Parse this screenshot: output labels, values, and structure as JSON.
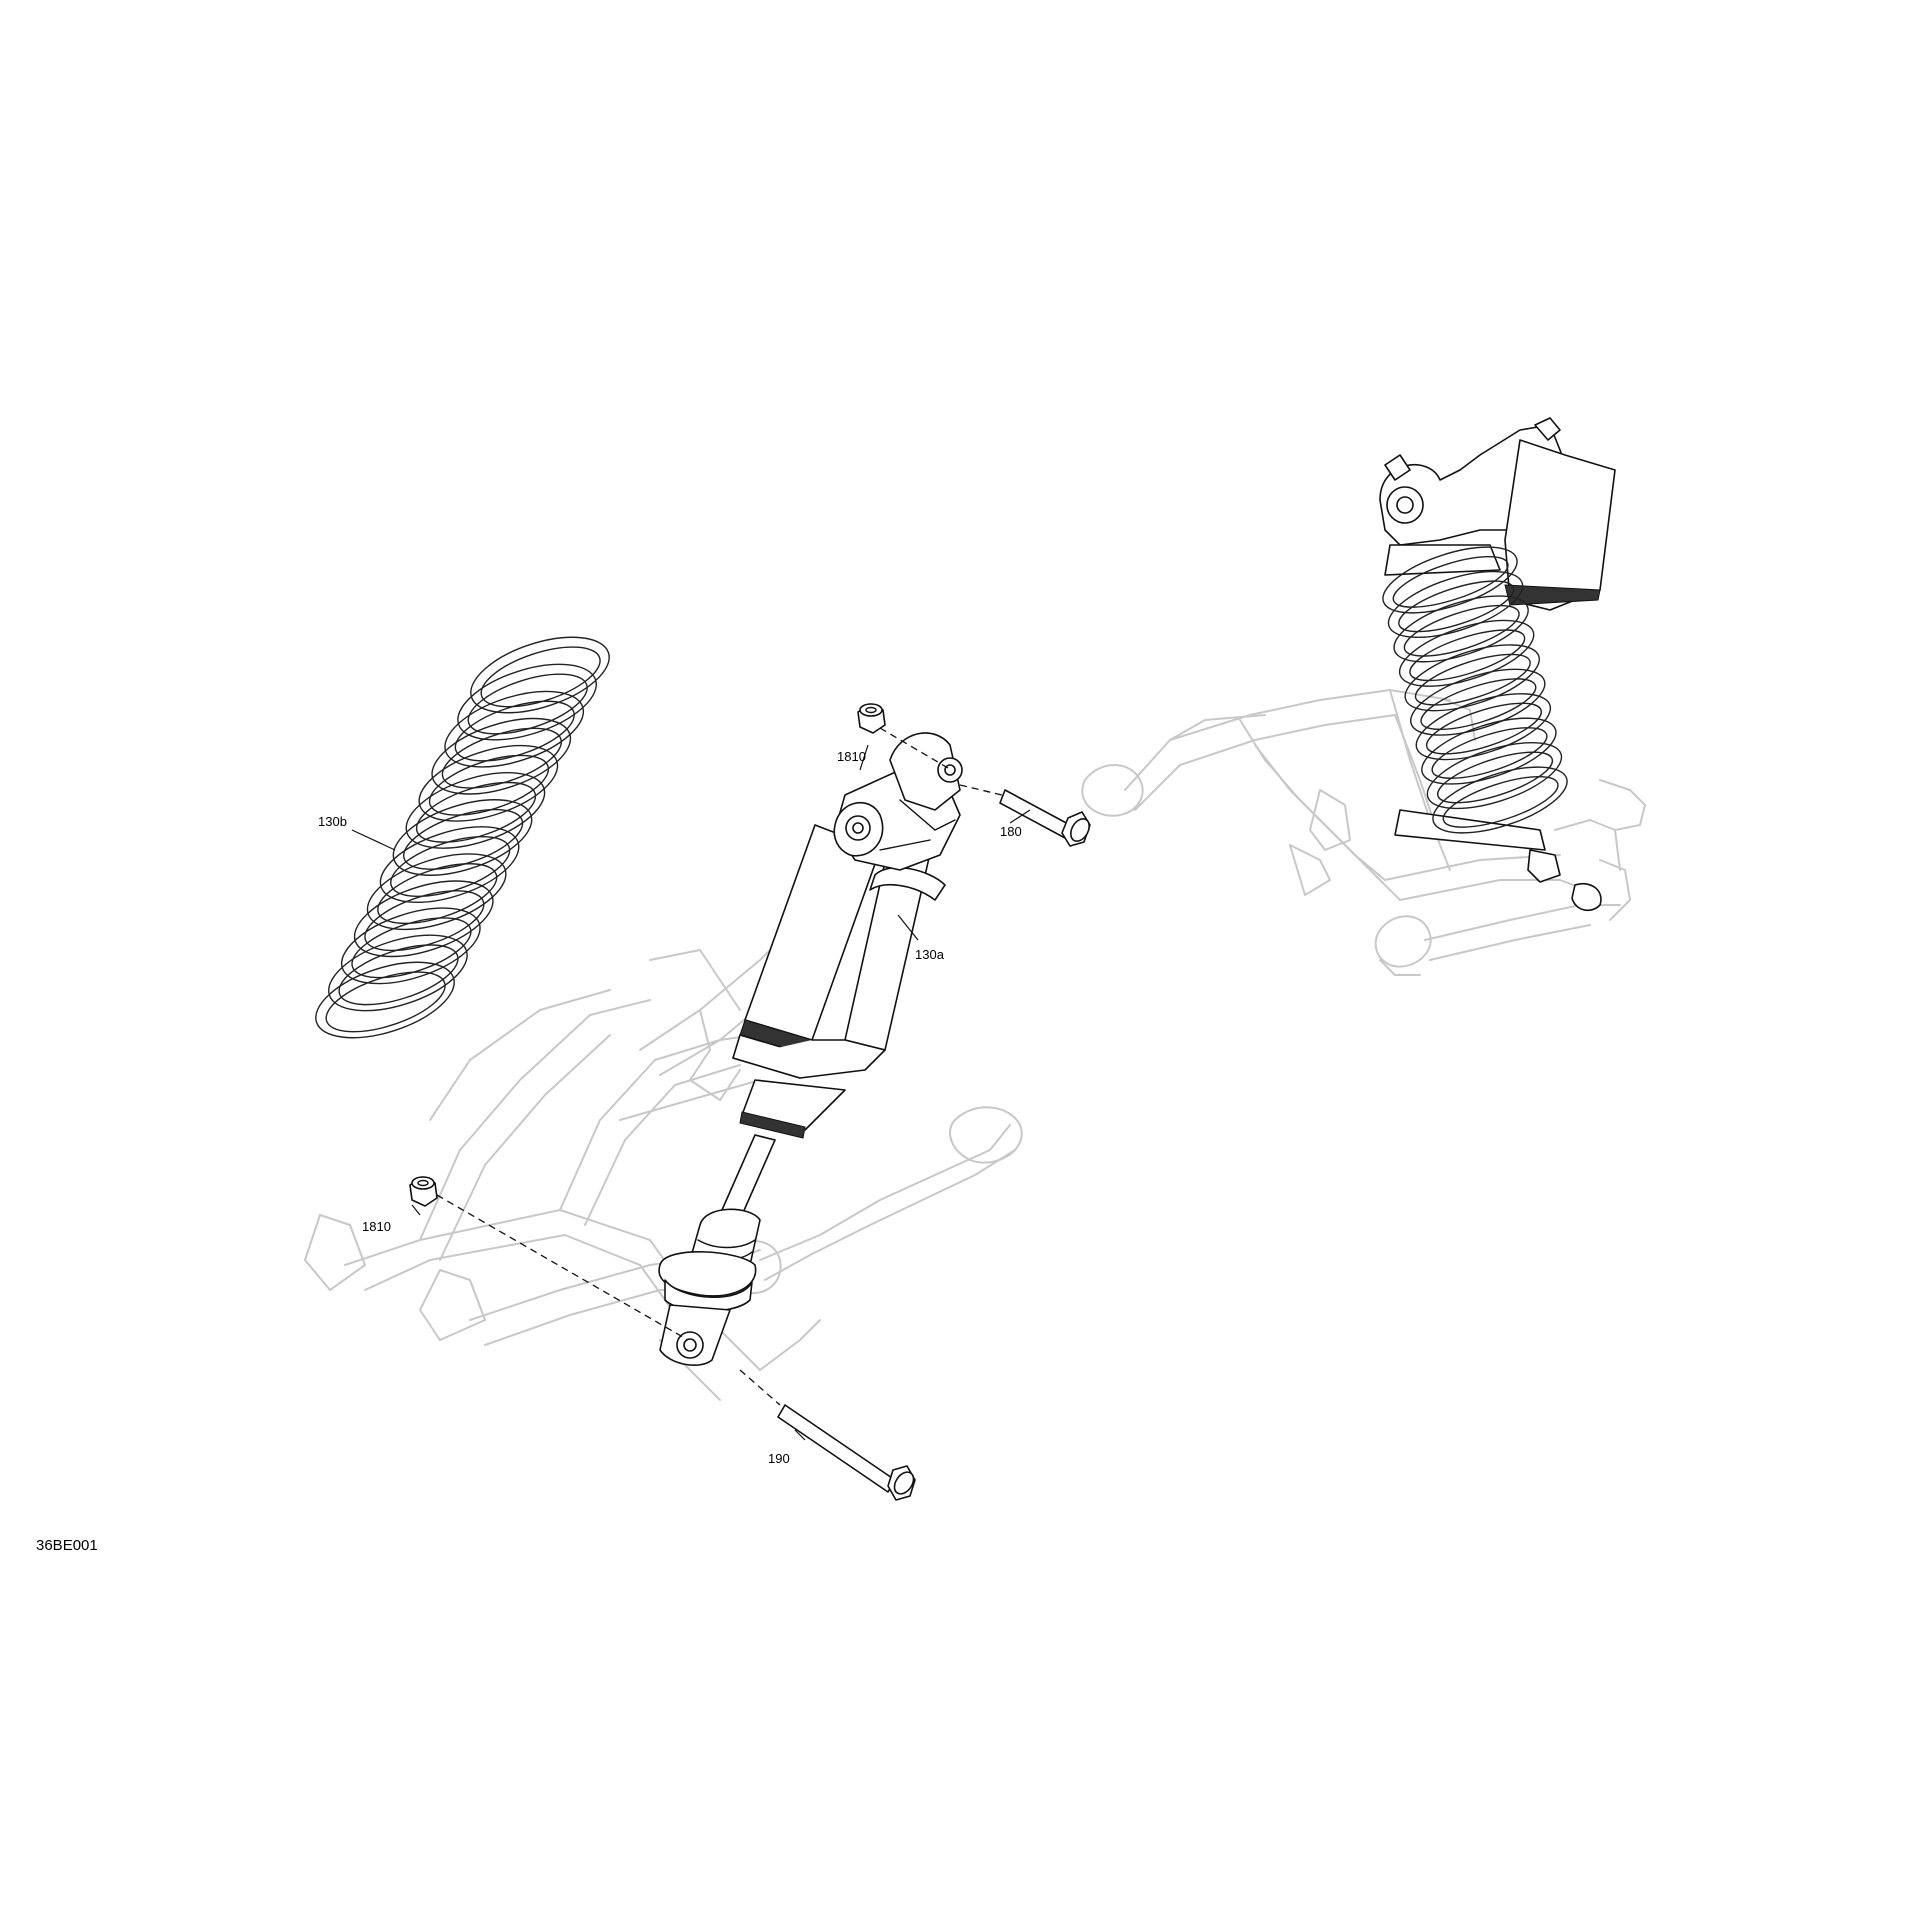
{
  "callouts": {
    "spring": "130b",
    "shock_absorber": "130a",
    "nut_upper": "1810",
    "nut_lower": "1810",
    "upper_bolt": "180",
    "lower_bolt": "190"
  },
  "drawing_id": "36BE001",
  "colors": {
    "line": "#111111",
    "ghost_line": "#c8c8c8",
    "background": "#ffffff"
  }
}
